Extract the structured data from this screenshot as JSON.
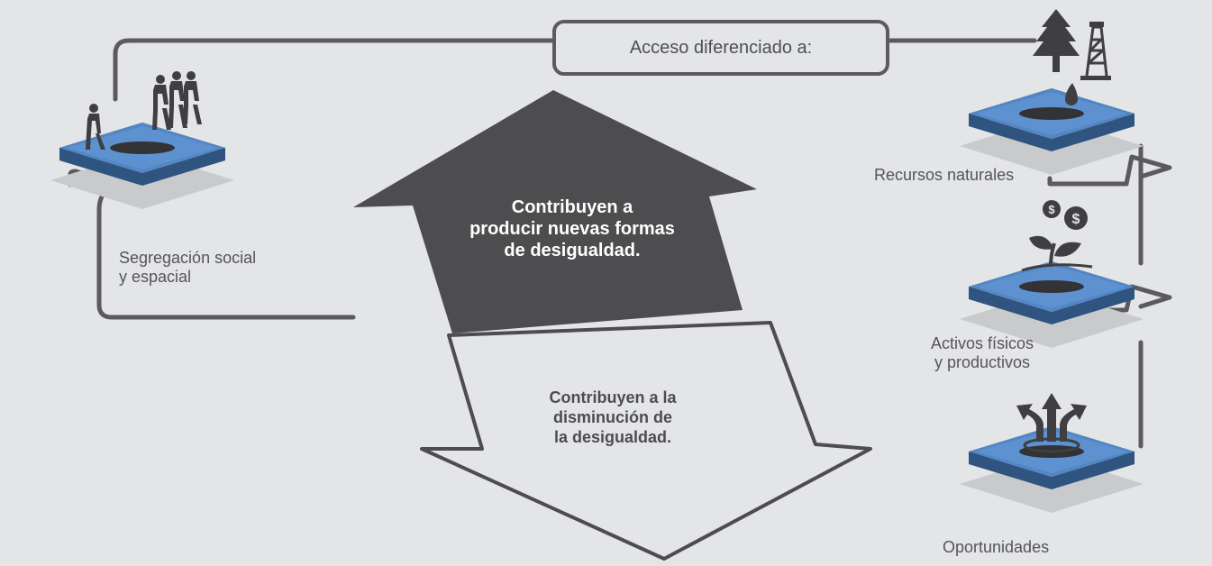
{
  "header": {
    "access_label": "Acceso diferenciado a:"
  },
  "arrows": {
    "up_text": "Contribuyen a\nproducir nuevas formas\nde desigualdad.",
    "down_text": "Contribuyen a la\ndisminución de\nla desigualdad."
  },
  "left_node": {
    "label": "Segregación social\ny espacial"
  },
  "right_nodes": [
    {
      "label": "Recursos naturales"
    },
    {
      "label": "Activos físicos\ny productivos"
    },
    {
      "label": "Oportunidades"
    }
  ],
  "colors": {
    "background": "#e4e5e6",
    "connector": "#5b5b5d",
    "platform_top": "#5387c4",
    "platform_side": "#3c6494",
    "up_arrow": "#4d4d4f",
    "icon": "#3f3f41"
  }
}
